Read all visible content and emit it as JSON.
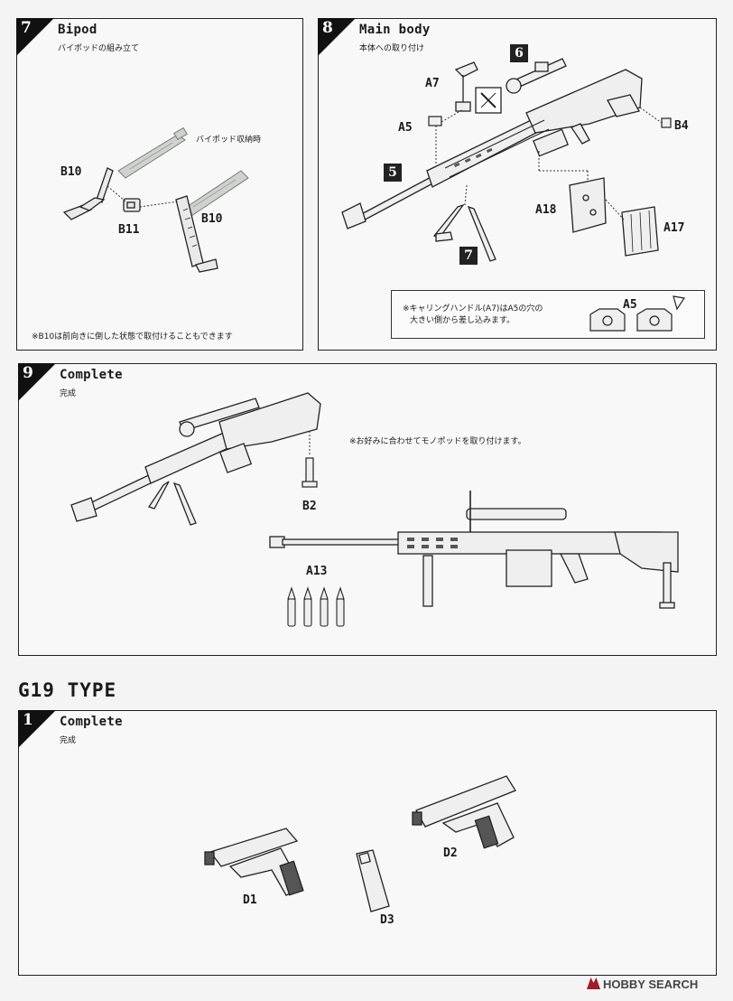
{
  "panel7": {
    "num": "7",
    "title": "Bipod",
    "subtitle": "バイポッドの組み立て",
    "label_stowed": "バイポッド収納時",
    "parts": [
      "B10",
      "B11",
      "B10"
    ],
    "note": "※B10は前向きに倒した状態で取付けることもできます"
  },
  "panel8": {
    "num": "8",
    "title": "Main body",
    "subtitle": "本体への取り付け",
    "parts": {
      "a7": "A7",
      "a5": "A5",
      "b4": "B4",
      "a18": "A18",
      "a17": "A17"
    },
    "callouts": {
      "six": "6",
      "five": "5",
      "seven": "7"
    },
    "note_line1": "※キャリングハンドル(A7)はA5の穴の",
    "note_line2": "大きい側から差し込みます。",
    "note_part": "A5"
  },
  "panel9": {
    "num": "9",
    "title": "Complete",
    "subtitle": "完成",
    "note": "※お好みに合わせてモノポッドを取り付けます。",
    "parts": {
      "b2": "B2",
      "a13": "A13"
    }
  },
  "section": {
    "heading": "G19 TYPE"
  },
  "panel1": {
    "num": "1",
    "title": "Complete",
    "subtitle": "完成",
    "parts": {
      "d1": "D1",
      "d2": "D2",
      "d3": "D3"
    }
  },
  "watermark": {
    "brand": "HOBBY SEARCH"
  }
}
